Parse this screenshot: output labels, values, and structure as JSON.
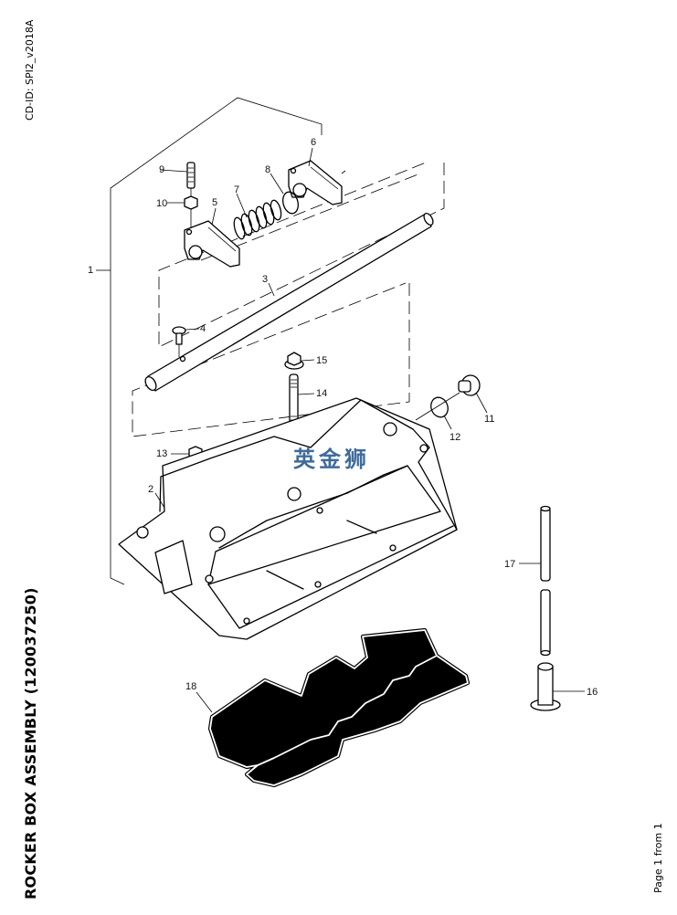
{
  "document": {
    "cd_id": "CD-ID: SPI2_v2018A",
    "title": "ROCKER BOX ASSEMBLY (120037250)",
    "page_info": "Page 1 from 1",
    "watermark": "英金狮"
  },
  "callouts": [
    {
      "id": "1",
      "label": "1"
    },
    {
      "id": "2",
      "label": "2"
    },
    {
      "id": "3",
      "label": "3"
    },
    {
      "id": "4",
      "label": "4"
    },
    {
      "id": "5",
      "label": "5"
    },
    {
      "id": "6",
      "label": "6"
    },
    {
      "id": "7",
      "label": "7"
    },
    {
      "id": "8",
      "label": "8"
    },
    {
      "id": "9",
      "label": "9"
    },
    {
      "id": "10",
      "label": "10"
    },
    {
      "id": "11",
      "label": "11"
    },
    {
      "id": "12",
      "label": "12"
    },
    {
      "id": "13",
      "label": "13"
    },
    {
      "id": "14",
      "label": "14"
    },
    {
      "id": "15",
      "label": "15"
    },
    {
      "id": "16",
      "label": "16"
    },
    {
      "id": "17",
      "label": "17"
    },
    {
      "id": "18",
      "label": "18"
    }
  ],
  "colors": {
    "line": "#000000",
    "background": "#ffffff",
    "watermark": "#2f5f93"
  }
}
